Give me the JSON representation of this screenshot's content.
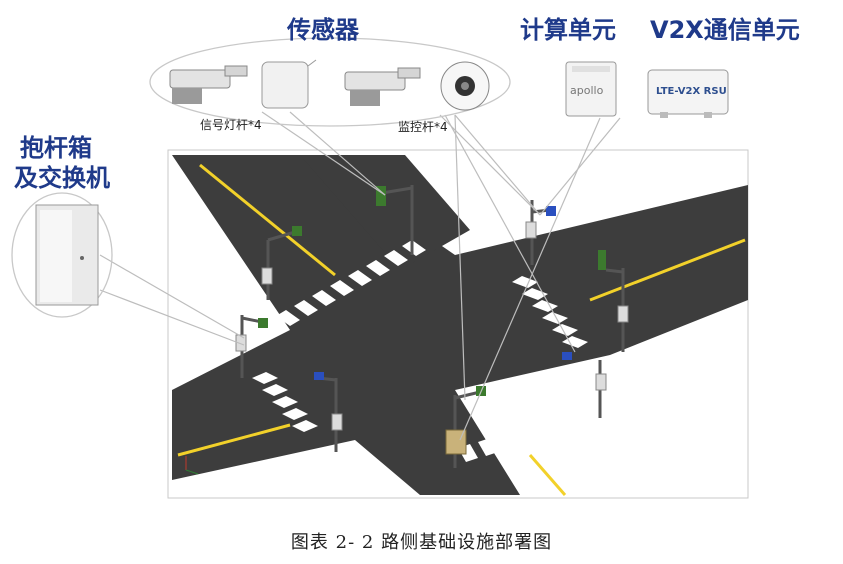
{
  "labels": {
    "sensor_title": "传感器",
    "compute_title": "计算单元",
    "v2x_title": "V2X通信单元",
    "cabinet_title_line1": "抱杆箱",
    "cabinet_title_line2": "及交换机",
    "signal_pole": "信号灯杆*4",
    "monitor_pole": "监控杆*4",
    "apollo": "apollo",
    "rsu": "LTE-V2X RSU"
  },
  "caption": "图表 2- 2 路侧基础设施部署图"
}
